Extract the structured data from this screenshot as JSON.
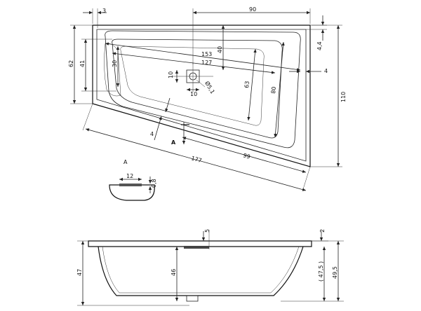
{
  "top_view": {
    "labels": {
      "d3": "3",
      "d90": "90",
      "d4_4": "4,4",
      "d40": "40",
      "d62": "62",
      "d41": "41",
      "d30": "30",
      "d153": "153",
      "d127": "127",
      "d4_right": "4",
      "d10_v": "10",
      "d10_h": "10",
      "d5_1": "Ø5,1",
      "d63": "63",
      "d80": "80",
      "d110": "110",
      "d4_lower": "4",
      "section_A": "A",
      "d177": "177",
      "d99": "99"
    }
  },
  "detail_view": {
    "labels": {
      "title": "A",
      "d12": "12",
      "d0_8": "0,8"
    }
  },
  "side_view": {
    "labels": {
      "d5": "5",
      "d2": "2",
      "d47": "47",
      "d46": "46",
      "d47_5": "( 47,5 )",
      "d49_5": "49,5"
    }
  }
}
